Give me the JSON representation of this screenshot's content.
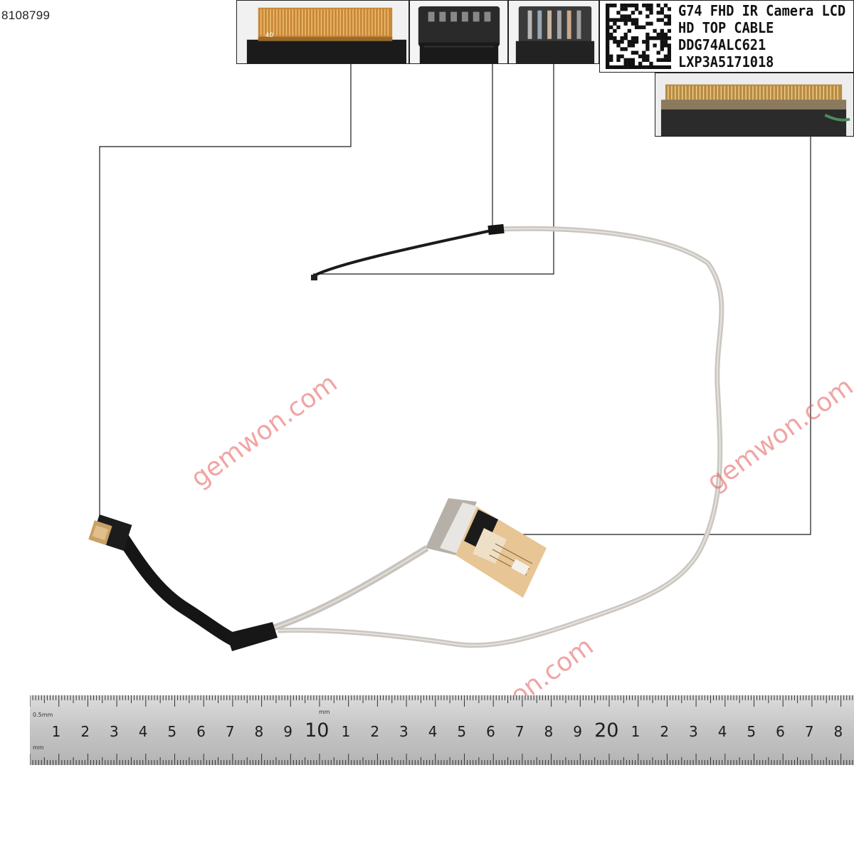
{
  "sku": "8108799",
  "label": {
    "line1": "G74 FHD IR Camera LCD",
    "line2": "HD TOP CABLE",
    "line3": "DDG74ALC621",
    "line4": "LXP3A5171018"
  },
  "connector_pin_label": "40",
  "watermark": "gemwon.com",
  "ruler": {
    "small_label_top": "0.5mm",
    "small_label_mm": "mm",
    "small_label_bottom": "mm",
    "digits": [
      "1",
      "2",
      "3",
      "4",
      "5",
      "6",
      "7",
      "8",
      "9",
      "10",
      "1",
      "2",
      "3",
      "4",
      "5",
      "6",
      "7",
      "8",
      "9",
      "20",
      "1",
      "2",
      "3",
      "4",
      "5",
      "6",
      "7",
      "8"
    ]
  },
  "colors": {
    "cable_silver": "#cdc8c2",
    "cable_black": "#1a1a1a",
    "flex_gold": "#e9c89a",
    "ruler_face": "#c9c9c9",
    "watermark": "#e65a5a"
  }
}
